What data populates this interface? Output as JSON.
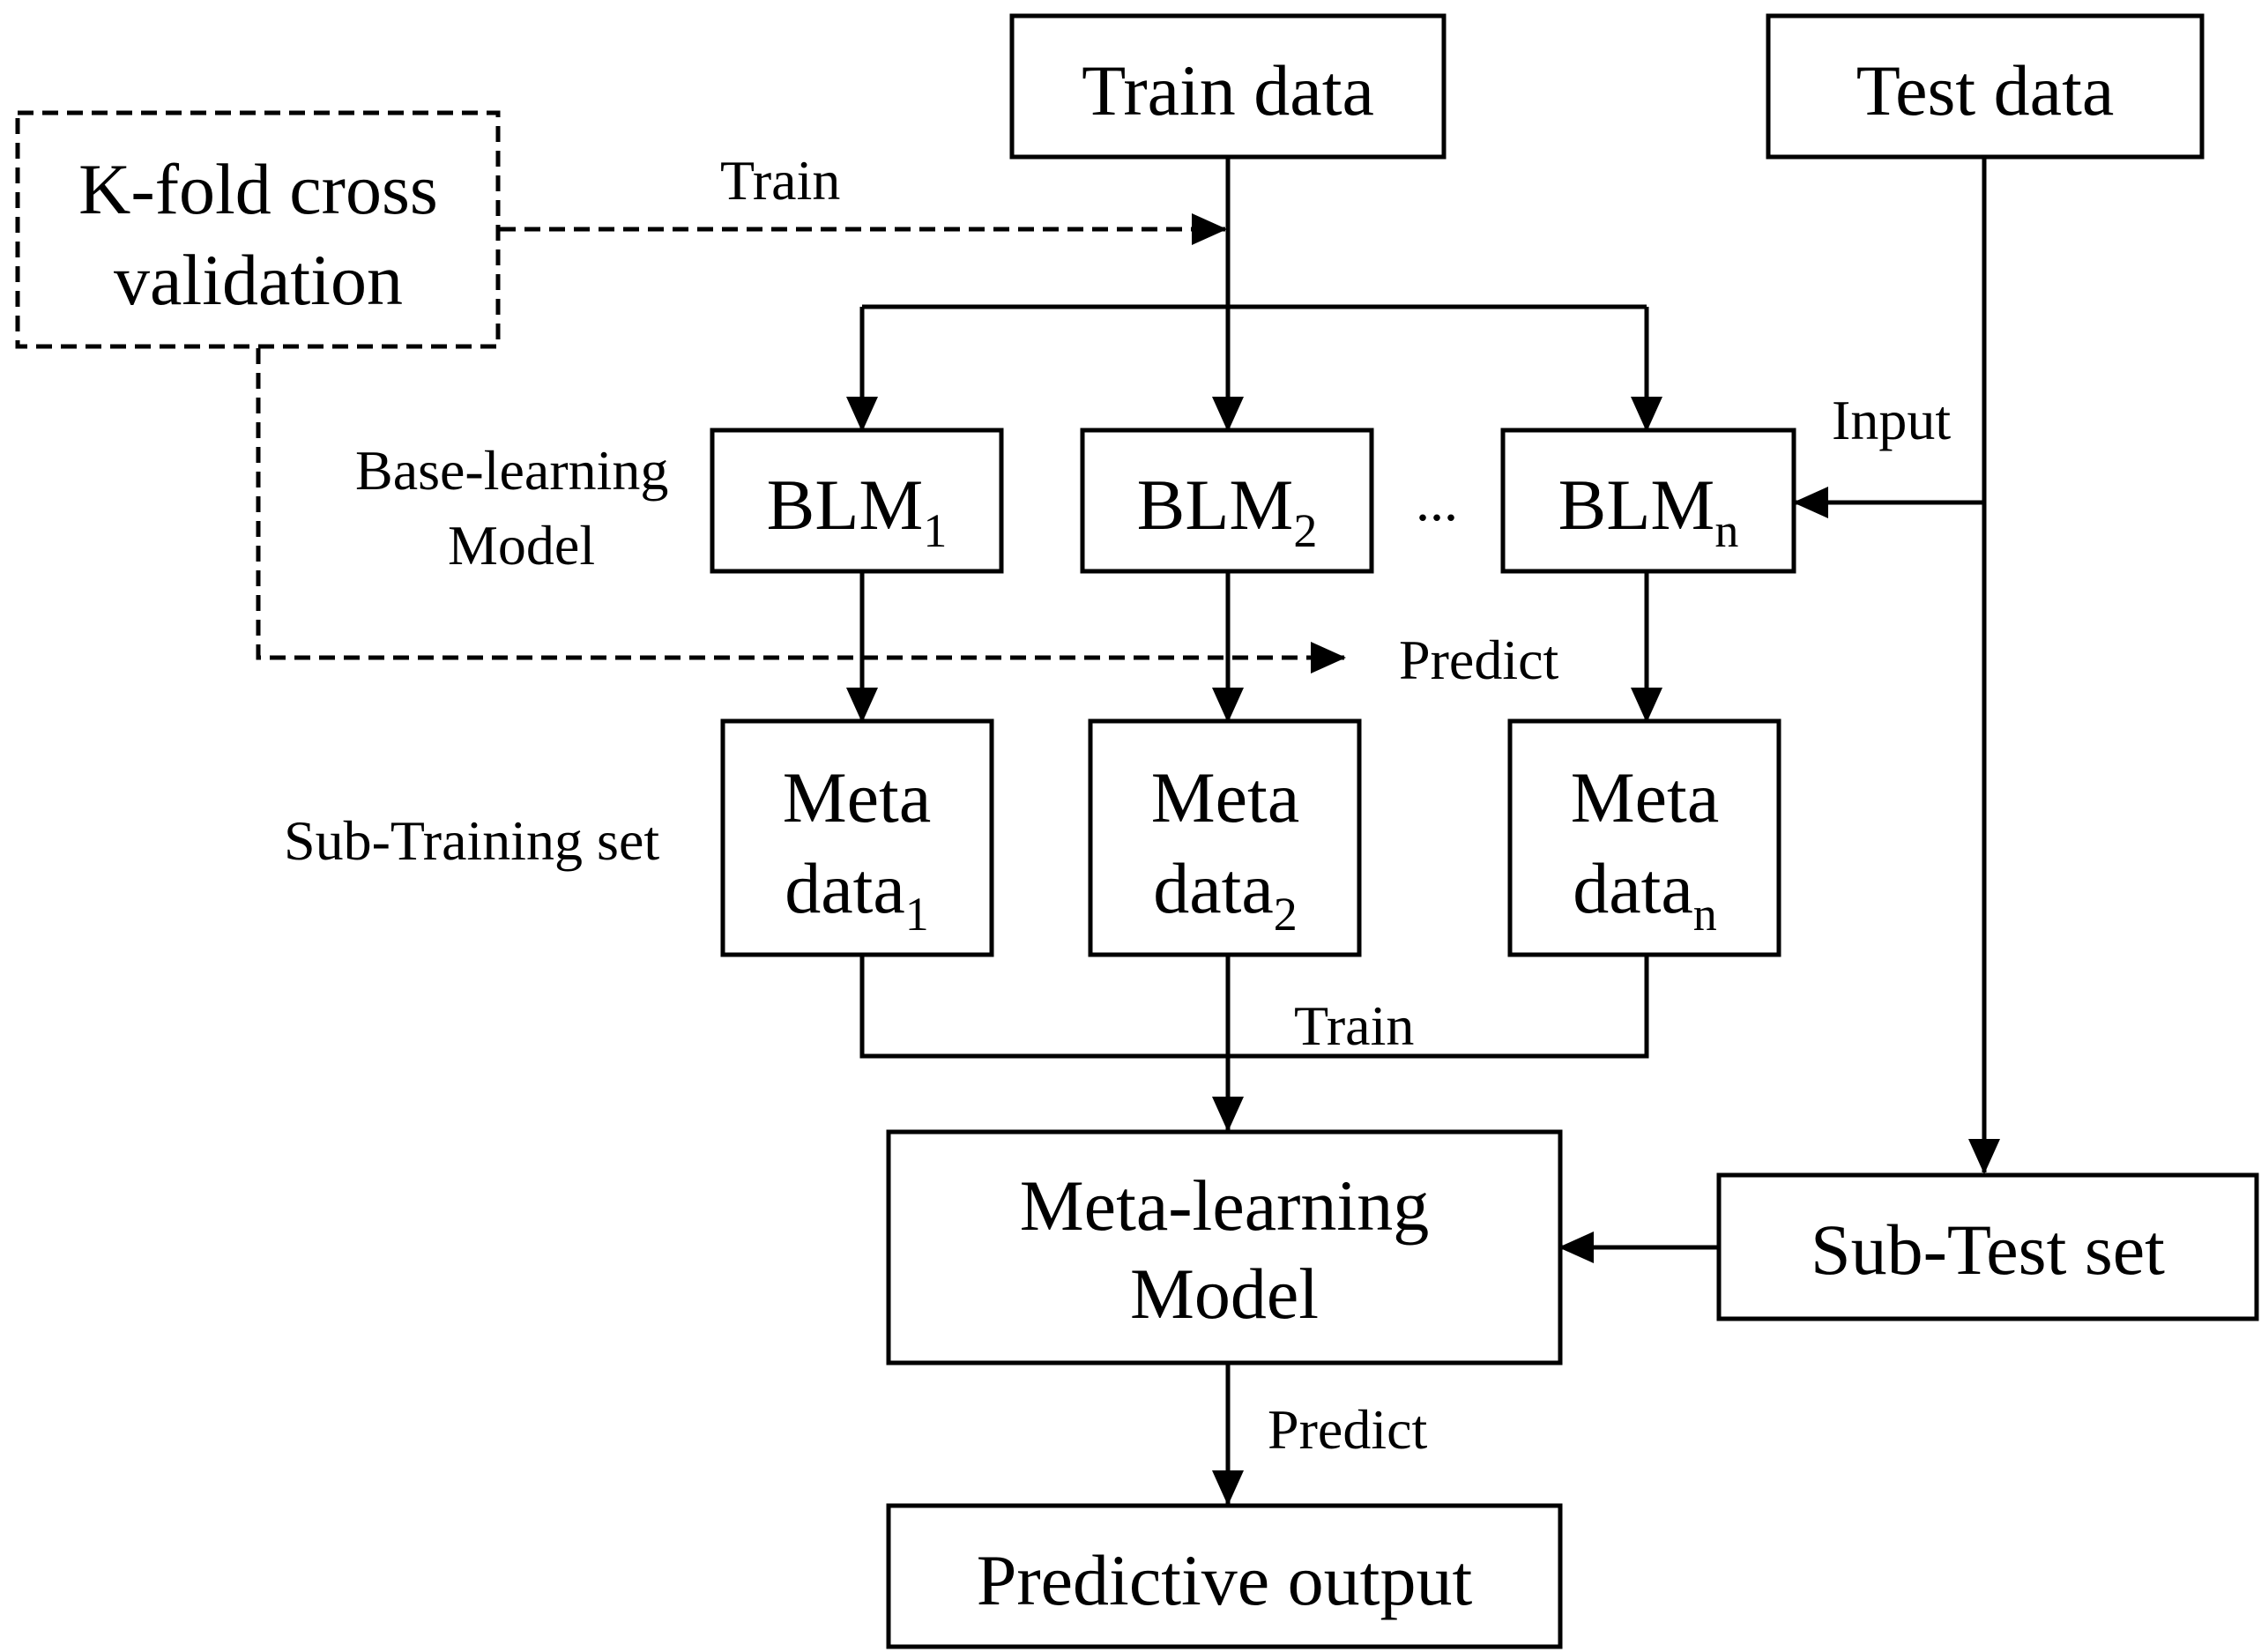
{
  "nodes": {
    "kfold": {
      "line1": "K-fold cross",
      "line2": "validation"
    },
    "train_data": "Train data",
    "test_data": "Test data",
    "blm1": {
      "text": "BLM",
      "sub": "1"
    },
    "blm2": {
      "text": "BLM",
      "sub": "2"
    },
    "blmn": {
      "text": "BLM",
      "sub": "n"
    },
    "ellipsis": "...",
    "meta1": {
      "line1": "Meta",
      "line2": "data",
      "sub": "1"
    },
    "meta2": {
      "line1": "Meta",
      "line2": "data",
      "sub": "2"
    },
    "metan": {
      "line1": "Meta",
      "line2": "data",
      "sub": "n"
    },
    "meta_learning": {
      "line1": "Meta-learning",
      "line2": "Model"
    },
    "sub_test": "Sub-Test set",
    "predictive_output": "Predictive output"
  },
  "labels": {
    "train_top": "Train",
    "input": "Input",
    "base_learning_1": "Base-learning",
    "base_learning_2": "Model",
    "predict_mid": "Predict",
    "sub_training": "Sub-Training set",
    "train_bottom": "Train",
    "predict_bottom": "Predict"
  },
  "colors": {
    "stroke": "#000000",
    "background": "#ffffff"
  }
}
